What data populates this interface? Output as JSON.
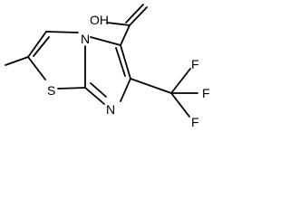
{
  "molecule": {
    "atoms": {
      "oh": "OH",
      "s": "S",
      "n_bridge": "N",
      "n_ring": "N",
      "f1": "F",
      "f2": "F",
      "f3": "F"
    }
  }
}
